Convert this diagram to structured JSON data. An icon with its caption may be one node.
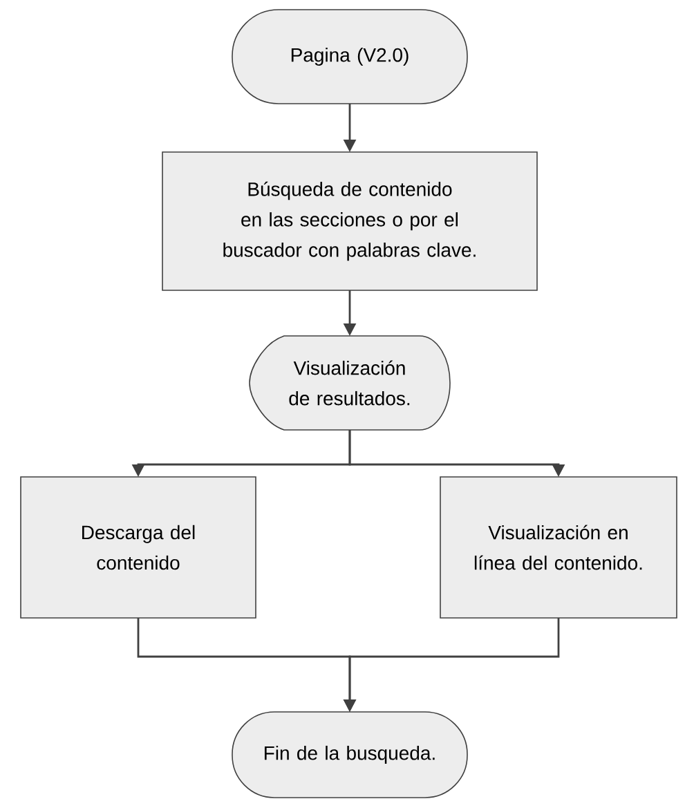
{
  "diagram": {
    "nodes": [
      {
        "text": [
          "Pagina (V2.0)"
        ]
      },
      {
        "text": [
          "Búsqueda de contenido en las secciones o por el buscador con palabras clave."
        ]
      },
      {
        "text": [
          "Visualización de resultados."
        ]
      },
      {
        "text": [
          "Descarga del contenido"
        ]
      },
      {
        "text": [
          "Visualización en línea del contenido."
        ]
      },
      {
        "text": [
          "Fin de la busqueda."
        ]
      }
    ],
    "edges": [
      {
        "from": 0,
        "to": 1,
        "arrow": "to"
      },
      {
        "from": 1,
        "to": 2,
        "arrow": "to"
      },
      {
        "from": 2,
        "to": 3,
        "arrow": "to"
      },
      {
        "from": 2,
        "to": 4,
        "arrow": "to"
      },
      {
        "from": 3,
        "to": 5,
        "arrow": "to"
      },
      {
        "from": 4,
        "to": 5,
        "arrow": "to"
      }
    ]
  }
}
